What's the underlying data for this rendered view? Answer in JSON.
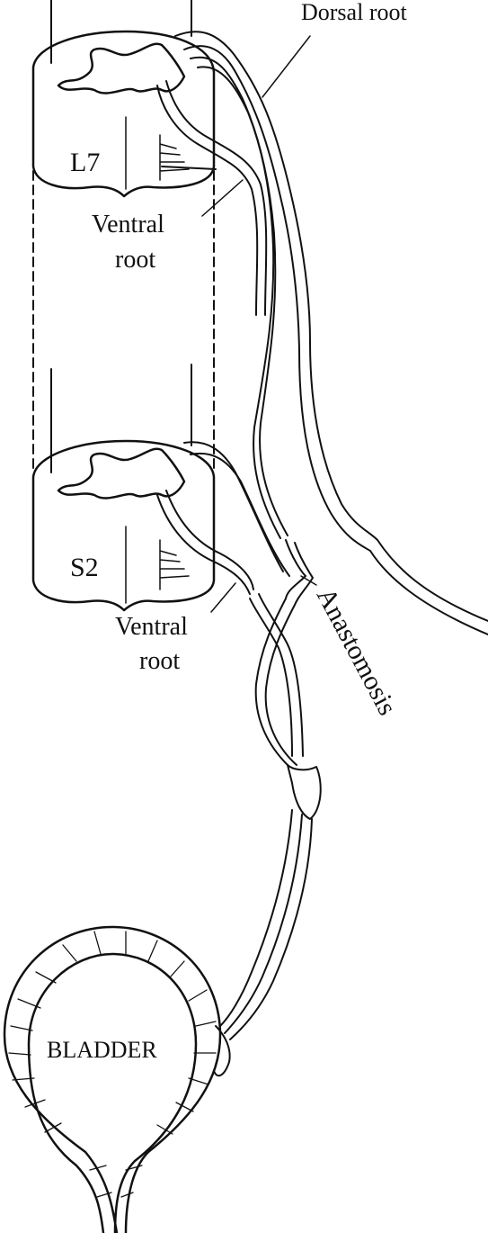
{
  "labels": {
    "dorsal_root": "Dorsal root",
    "ventral_root_top_line1": "Ventral",
    "ventral_root_top_line2": "root",
    "l7": "L7",
    "s2": "S2",
    "ventral_root_bottom_line1": "Ventral",
    "ventral_root_bottom_line2": "root",
    "anastomosis": "Anastomosis",
    "bladder": "BLADDER"
  },
  "colors": {
    "ink": "#111111",
    "background": "#ffffff"
  }
}
